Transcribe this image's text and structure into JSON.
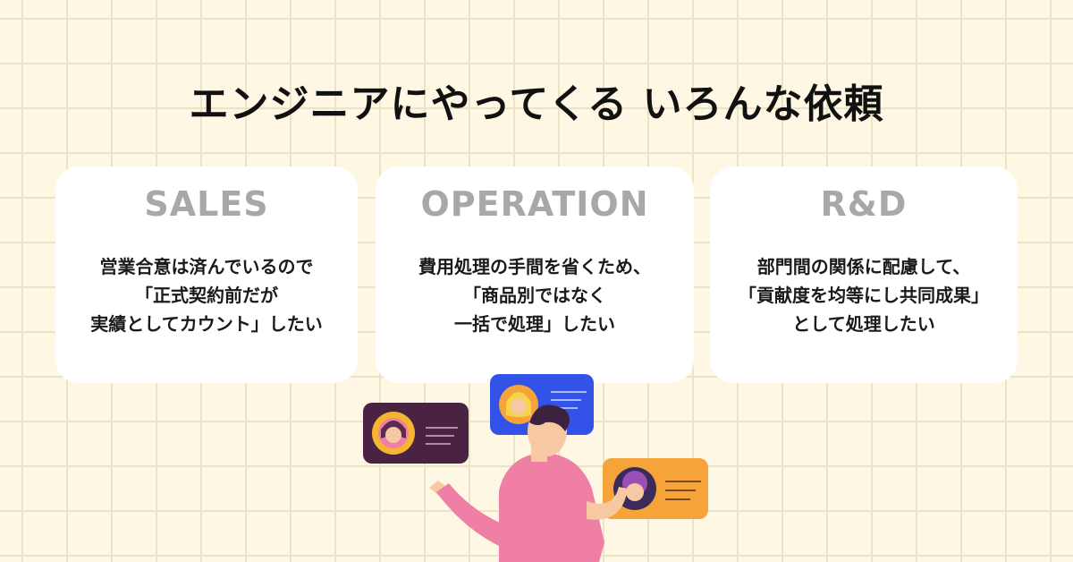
{
  "title": "エンジニアにやってくる いろんな依頼",
  "cards": [
    {
      "heading": "SALES",
      "lines": [
        "営業合意は済んでいるので",
        "「正式契約前だが",
        "実績としてカウント」したい"
      ]
    },
    {
      "heading": "OPERATION",
      "lines": [
        "費用処理の手間を省くため、",
        "「商品別ではなく",
        "一括で処理」したい"
      ]
    },
    {
      "heading": "R&D",
      "lines": [
        "部門間の関係に配慮して、",
        "「貢献度を均等にし共同成果」",
        "として処理したい"
      ]
    }
  ],
  "colors": {
    "background": "#fdf7e3",
    "card": "#ffffff",
    "heading_gray": "#a8a8a8",
    "purple_card": "#4a2342",
    "blue_card": "#3353e8",
    "orange_card": "#f6a43a",
    "person_shirt": "#ef7fa4"
  },
  "illustration": {
    "icons": [
      "person-avatar-icon",
      "chat-card-icon"
    ]
  }
}
